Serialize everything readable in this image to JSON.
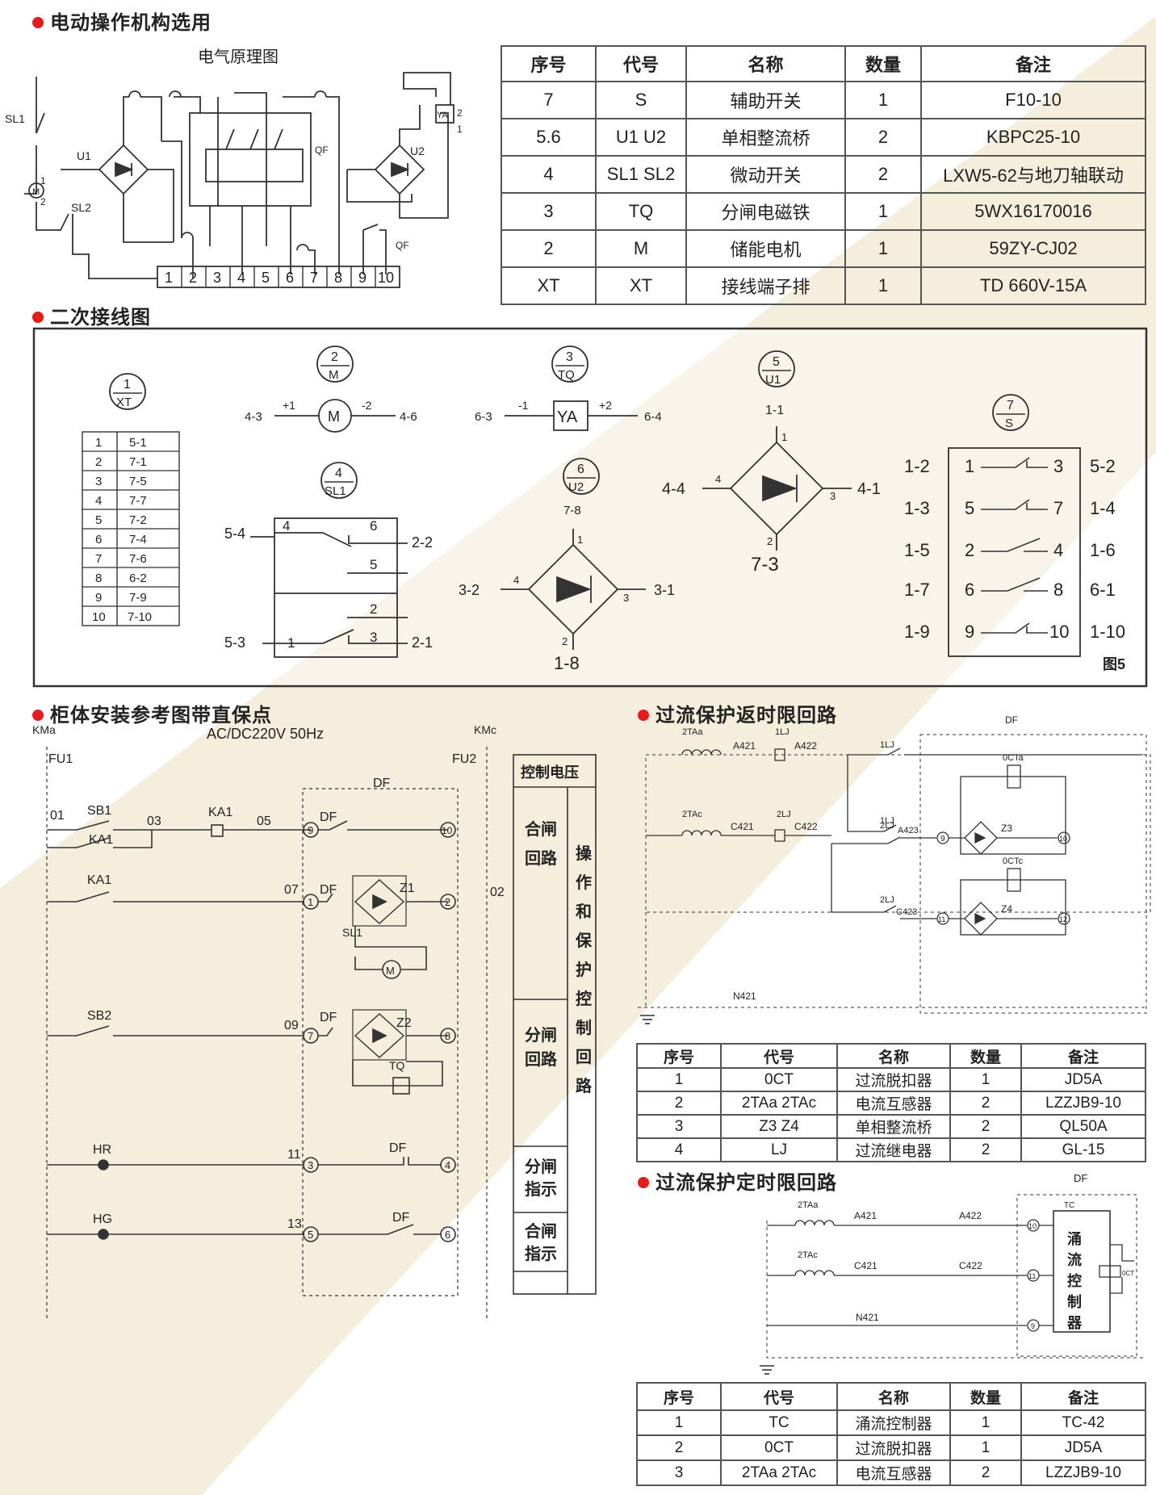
{
  "colors": {
    "accent": "#e41c1c",
    "line": "#333333",
    "band": "#f5ebd8"
  },
  "sections": {
    "s1": "电动操作机构选用",
    "s2": "二次接线图",
    "s3": "柜体安装参考图带直保点",
    "s4": "过流保护返时限回路",
    "s5": "过流保护定时限回路"
  },
  "principle": {
    "title": "电气原理图",
    "labels": {
      "SL1": "SL1",
      "SL2": "SL2",
      "U1": "U1",
      "U2": "U2",
      "M": "M",
      "QF": "QF",
      "QF2": "QF",
      "YA": "YA",
      "n1": "1",
      "n2": "2",
      "ya2": "2",
      "ya1": "1"
    },
    "terminals": [
      "1",
      "2",
      "3",
      "4",
      "5",
      "6",
      "7",
      "8",
      "9",
      "10"
    ]
  },
  "table1": {
    "headers": [
      "序号",
      "代号",
      "名称",
      "数量",
      "备注"
    ],
    "rows": [
      [
        "7",
        "S",
        "辅助开关",
        "1",
        "F10-10"
      ],
      [
        "5.6",
        "U1 U2",
        "单相整流桥",
        "2",
        "KBPC25-10"
      ],
      [
        "4",
        "SL1 SL2",
        "微动开关",
        "2",
        "LXW5-62与地刀轴联动"
      ],
      [
        "3",
        "TQ",
        "分闸电磁铁",
        "1",
        "5WX16170016"
      ],
      [
        "2",
        "M",
        "储能电机",
        "1",
        "59ZY-CJ02"
      ],
      [
        "XT",
        "XT",
        "接线端子排",
        "1",
        "TD 660V-15A"
      ]
    ]
  },
  "wiring": {
    "xt": {
      "num": "1",
      "code": "XT",
      "rows": [
        [
          "1",
          "5-1"
        ],
        [
          "2",
          "7-1"
        ],
        [
          "3",
          "7-5"
        ],
        [
          "4",
          "7-7"
        ],
        [
          "5",
          "7-2"
        ],
        [
          "6",
          "7-4"
        ],
        [
          "7",
          "7-6"
        ],
        [
          "8",
          "6-2"
        ],
        [
          "9",
          "7-9"
        ],
        [
          "10",
          "7-10"
        ]
      ]
    },
    "m": {
      "num": "2",
      "code": "M",
      "left": "4-3",
      "lp": "+1",
      "center": "M",
      "rp": "-2",
      "right": "4-6"
    },
    "tq": {
      "num": "3",
      "code": "TQ",
      "left": "6-3",
      "lp": "-1",
      "center": "YA",
      "rp": "+2",
      "right": "6-4"
    },
    "sl1": {
      "num": "4",
      "code": "SL1",
      "t4": "4",
      "t6": "6",
      "t5": "5",
      "t2": "2",
      "t1": "1",
      "t3": "3",
      "l1": "5-4",
      "r1": "2-2",
      "l2": "5-3",
      "r2": "2-1"
    },
    "u2": {
      "num": "6",
      "code": "U2",
      "top": "7-8",
      "p1": "1",
      "p2": "2",
      "p3": "3",
      "p4": "4",
      "left": "3-2",
      "right": "3-1",
      "bottom": "1-8"
    },
    "u1": {
      "num": "5",
      "code": "U1",
      "top": "1-1",
      "p1": "1",
      "p2": "2",
      "p3": "3",
      "p4": "4",
      "left": "4-4",
      "right": "4-1",
      "bottom": "7-3"
    },
    "s": {
      "num": "7",
      "code": "S",
      "rows": [
        [
          "1-2",
          "1",
          "3",
          "5-2"
        ],
        [
          "1-3",
          "5",
          "7",
          "1-4"
        ],
        [
          "1-5",
          "2",
          "4",
          "1-6"
        ],
        [
          "1-7",
          "6",
          "8",
          "6-1"
        ],
        [
          "1-9",
          "9",
          "10",
          "1-10"
        ]
      ],
      "fig": "图5"
    }
  },
  "cabinet": {
    "kma": "KMa",
    "kmc": "KMc",
    "voltage": "AC/DC220V 50Hz",
    "fu1": "FU1",
    "fu2": "FU2",
    "df": "DF",
    "n01": "01",
    "n03": "03",
    "n05": "05",
    "n07": "07",
    "n09": "09",
    "n11": "11",
    "n13": "13",
    "n02": "02",
    "sb1": "SB1",
    "ka1a": "KA1",
    "ka1b": "KA1",
    "ka1c": "KA1",
    "sb2": "SB2",
    "hr": "HR",
    "hg": "HG",
    "z1": "Z1",
    "z2": "Z2",
    "sl1": "SL1",
    "m": "M",
    "tq": "TQ",
    "dfl": {
      "a": "DF",
      "b": "DF",
      "c": "DF",
      "d": "DF",
      "e": "DF"
    },
    "t": {
      "t9": "9",
      "t10": "10",
      "t1": "1",
      "t2": "2",
      "t7": "7",
      "t8": "8",
      "t3": "3",
      "t4": "4",
      "t5": "5",
      "t6": "6"
    },
    "panel": {
      "title": "控制电压",
      "close_loop": "合闸回路",
      "main": "操作和保护控制回路",
      "open_loop": "分闸回路",
      "open_ind": "分闸指示",
      "close_ind": "合闸指示"
    }
  },
  "inverse": {
    "df": "DF",
    "ta_a": "2TAa",
    "ta_c": "2TAc",
    "a421": "A421",
    "lj1": "1LJ",
    "a422": "A422",
    "lj1b": "1LJ",
    "lj1c": "1LJ",
    "a423": "A423",
    "c421": "C421",
    "lj2": "2LJ",
    "c422": "C422",
    "lj2b": "2LJ",
    "lj2c": "2LJ",
    "c423": "C423",
    "n421": "N421",
    "octa": "0CTa",
    "octc": "0CTc",
    "z3": "Z3",
    "z4": "Z4",
    "t9": "9",
    "t10": "10",
    "t11": "11",
    "t12": "12"
  },
  "table2": {
    "headers": [
      "序号",
      "代号",
      "名称",
      "数量",
      "备注"
    ],
    "rows": [
      [
        "1",
        "0CT",
        "过流脱扣器",
        "1",
        "JD5A"
      ],
      [
        "2",
        "2TAa 2TAc",
        "电流互感器",
        "2",
        "LZZJB9-10"
      ],
      [
        "3",
        "Z3 Z4",
        "单相整流桥",
        "2",
        "QL50A"
      ],
      [
        "4",
        "LJ",
        "过流继电器",
        "2",
        "GL-15"
      ]
    ]
  },
  "definite": {
    "df": "DF",
    "tc": "TC",
    "ta_a": "2TAa",
    "ta_c": "2TAc",
    "a421": "A421",
    "a422": "A422",
    "c421": "C421",
    "c422": "C422",
    "n421": "N421",
    "controller": "涌流控制器",
    "oct": "0CT",
    "t10": "10",
    "t11": "11",
    "t9": "9"
  },
  "table3": {
    "headers": [
      "序号",
      "代号",
      "名称",
      "数量",
      "备注"
    ],
    "rows": [
      [
        "1",
        "TC",
        "涌流控制器",
        "1",
        "TC-42"
      ],
      [
        "2",
        "0CT",
        "过流脱扣器",
        "1",
        "JD5A"
      ],
      [
        "3",
        "2TAa 2TAc",
        "电流互感器",
        "2",
        "LZZJB9-10"
      ]
    ]
  }
}
